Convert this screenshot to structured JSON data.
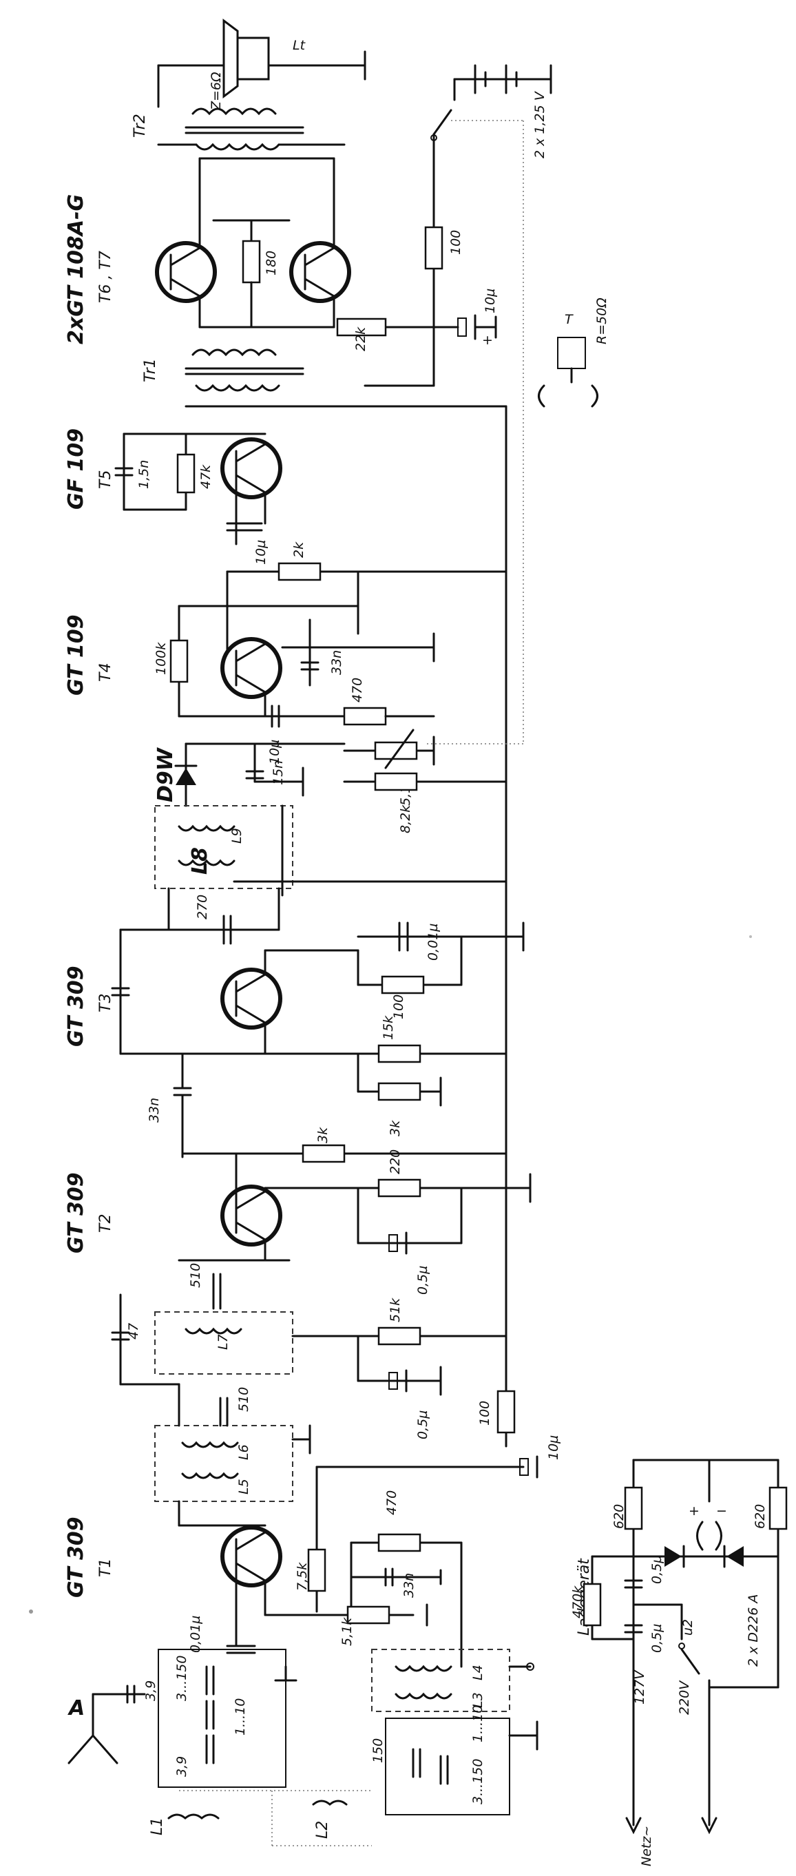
{
  "schematic": {
    "transistors": [
      {
        "type": "GT 309",
        "ref": "T1"
      },
      {
        "type": "GT 309",
        "ref": "T2"
      },
      {
        "type": "GT 309",
        "ref": "T3"
      },
      {
        "type": "GT 109",
        "ref": "T4"
      },
      {
        "type": "GF 109",
        "ref": "T5"
      },
      {
        "type": "2xGT 108A-G",
        "ref": "T6 , T7"
      }
    ],
    "labels": {
      "antenna": "A",
      "speaker": "Lt",
      "speaker_impedance": "Z=6Ω",
      "output_transformer": "Tr2",
      "driver_transformer": "Tr1",
      "battery": "2 x 1,25 V",
      "earphone": "T",
      "earphone_impedance": "R=50Ω",
      "diode": "D9W",
      "charger_title": "Ladegerät",
      "charger_diodes": "2 x D226 A",
      "mains": "Netz~",
      "voltage_127": "127V",
      "voltage_220": "220V",
      "switch_u2": "u2"
    },
    "components": {
      "r_100_batt": "100",
      "r_22k": "22k",
      "r_180": "180",
      "c_10u_out": "10µ",
      "c_1n5": "1,5n",
      "r_47k": "47k",
      "c_10u_t5": "10µ",
      "r_2k": "2k",
      "r_100k": "100k",
      "c_33n_t4": "33n",
      "r_470_t4": "470",
      "c_10u_t4": "10µ",
      "pot_5k1": "5,1 k",
      "r_8k2": "8,2k",
      "c_15n": "15n",
      "c_270": "270",
      "c_0u01_t3": "0,01µ",
      "r_100_t3": "100",
      "r_15k": "15k",
      "r_3k_a": "3k",
      "r_3k_b": "3k",
      "c_33n_t3": "33n",
      "r_220": "220",
      "c_0u5_t2": "0,5µ",
      "c_510_a": "510",
      "c_47": "47",
      "r_51k": "51k",
      "c_0u5_b": "0,5µ",
      "c_510_b": "510",
      "r_100_dec": "100",
      "c_10u_dec": "10µ",
      "r_470_t1": "470",
      "c_33n_t1": "33n",
      "r_7k5": "7,5k",
      "r_5k1": "5,1k",
      "c_0u01_t1": "0,01µ",
      "c_3_9": "3,9",
      "trim_3_150_a": "3...150",
      "trim_1_10_a": "1...10",
      "c_3_9b": "3,9",
      "c_150": "150",
      "trim_1_10_b": "1...10",
      "trim_3_150_b": "3...150",
      "r_470k": "470k",
      "c_0u5_ch": "0,5µ",
      "c_0u5_ch2": "0,5µ",
      "r_620_a": "620",
      "r_620_b": "620",
      "plus": "+",
      "minus": "−"
    },
    "coils": [
      "L1",
      "L2",
      "L3",
      "L4",
      "L5",
      "L6",
      "L7",
      "L8",
      "L9"
    ]
  }
}
